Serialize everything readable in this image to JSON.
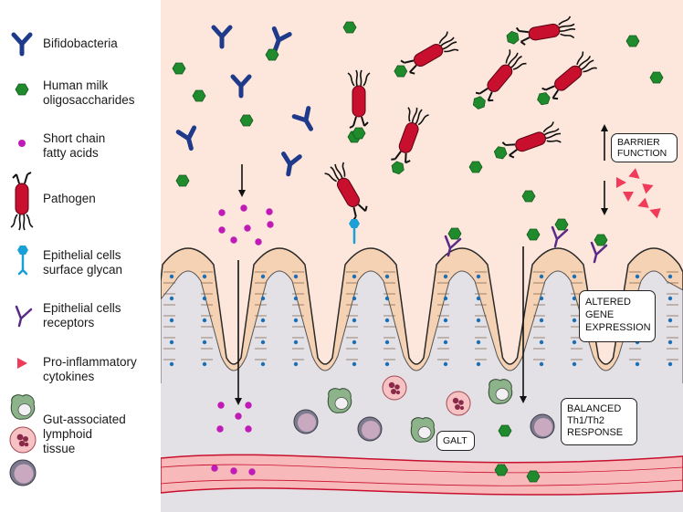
{
  "legend": [
    {
      "label": "Bifidobacteria",
      "icon": "bifidobacteria-icon"
    },
    {
      "label": "Human milk\noligosaccharides",
      "icon": "hmo-icon"
    },
    {
      "label": "Short chain\nfatty acids",
      "icon": "scfa-icon"
    },
    {
      "label": "Pathogen",
      "icon": "pathogen-icon"
    },
    {
      "label": "Epithelial cells\nsurface glycan",
      "icon": "glycan-icon"
    },
    {
      "label": "Epithelial cells\nreceptors",
      "icon": "receptor-icon"
    },
    {
      "label": "Pro-inflammatory\ncytokines",
      "icon": "cytokine-icon"
    },
    {
      "label": "Gut-associated\nlymphoid\ntissue",
      "icon": "galt-cells-icon"
    }
  ],
  "boxes": {
    "barrier": "BARRIER\nFUNCTION",
    "altered": "ALTERED\nGENE\nEXPRESSION",
    "galt": "GALT",
    "balanced": "BALANCED\nTh1/Th2\nRESPONSE"
  },
  "colors": {
    "lumen": "#fde7dc",
    "tissue": "#e3e1e6",
    "bifido": "#1f3a8a",
    "hmo": "#1f8b2d",
    "scfa": "#c01ab7",
    "pathogen": "#c8102e",
    "cytokine": "#f03c5a",
    "glycan": "#1a9fd6",
    "receptor": "#5b2a86",
    "vessel": "#f7b9b9"
  }
}
